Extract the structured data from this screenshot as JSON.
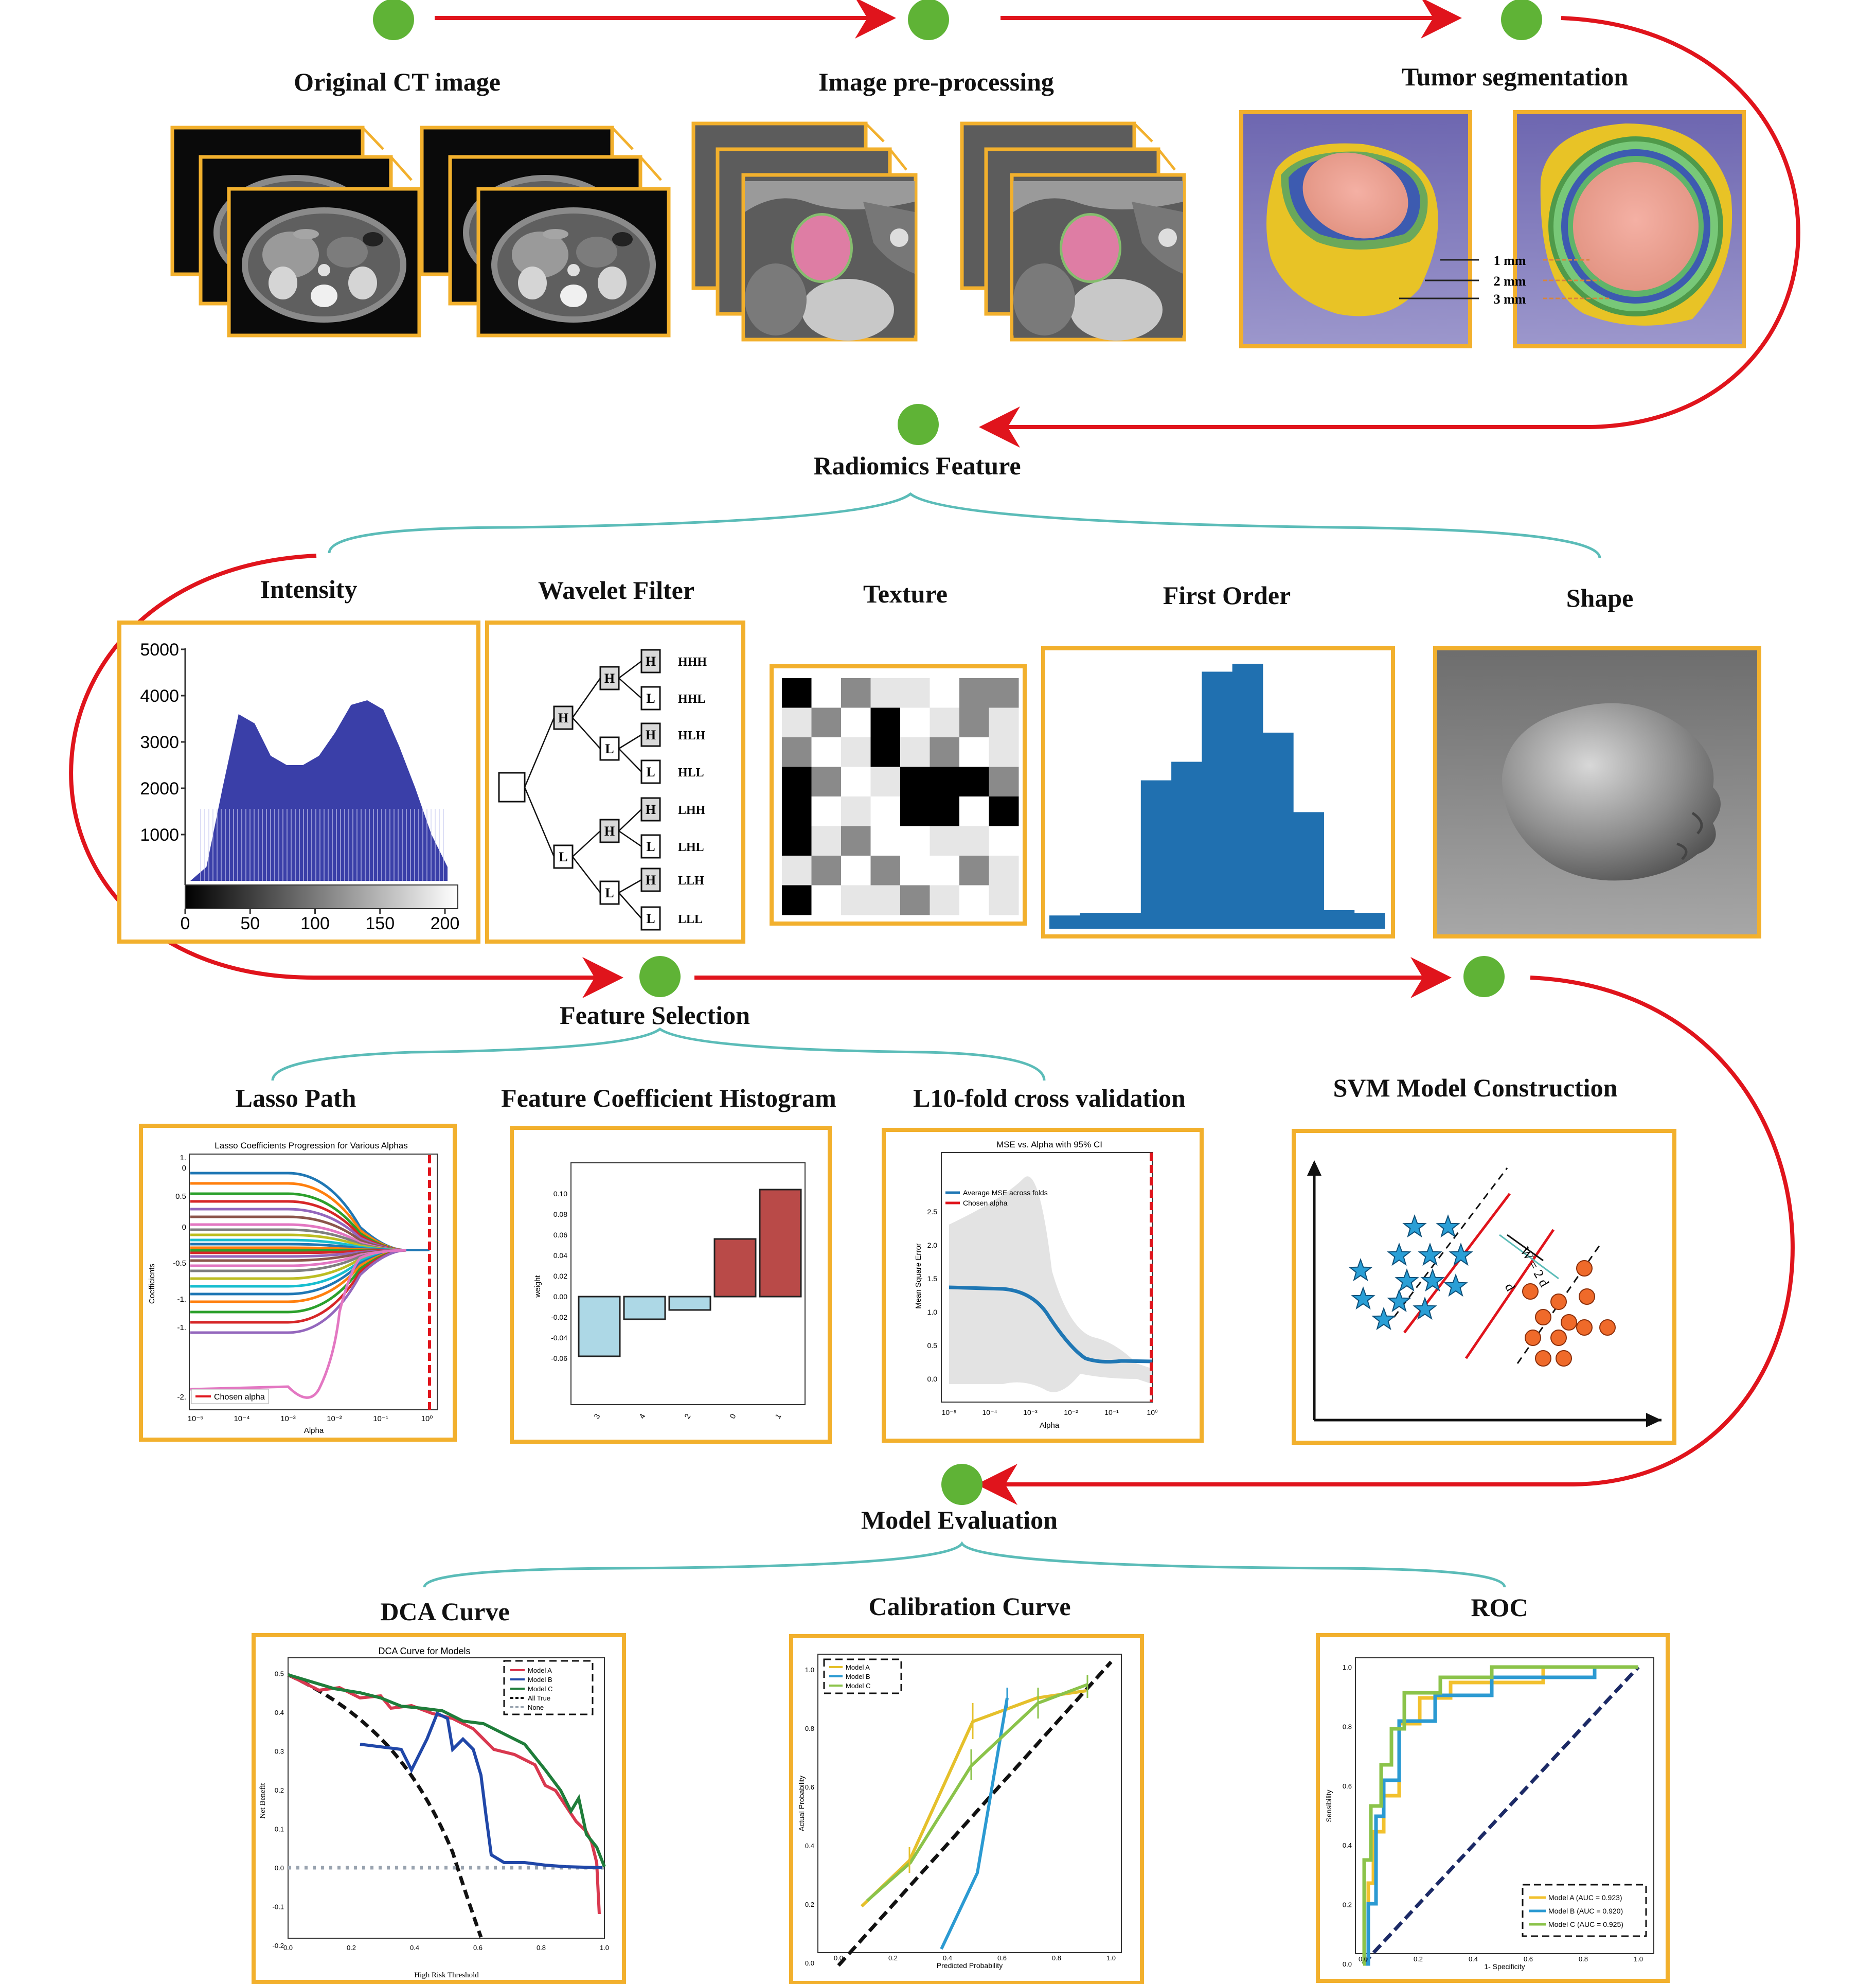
{
  "stages": {
    "original_ct": "Original CT image",
    "preprocessing": "Image pre-processing",
    "segmentation": "Tumor segmentation",
    "radiomics": "Radiomics Feature",
    "feature_selection": "Feature Selection",
    "model_evaluation": "Model Evaluation"
  },
  "segmentation_labels": [
    "1 mm",
    "2 mm",
    "3 mm"
  ],
  "feature_types": {
    "intensity": "Intensity",
    "wavelet": "Wavelet Filter",
    "texture": "Texture",
    "first_order": "First Order",
    "shape": "Shape"
  },
  "intensity_chart": {
    "y_ticks": [
      "5000",
      "4000",
      "3000",
      "2000",
      "1000"
    ],
    "x_ticks": [
      "0",
      "50",
      "100",
      "150",
      "200"
    ],
    "profile": [
      0,
      300,
      2000,
      3600,
      3400,
      2700,
      2500,
      2500,
      2700,
      3200,
      3800,
      3900,
      3700,
      2900,
      2000,
      1000,
      300
    ]
  },
  "wavelet_tree": {
    "level1": [
      "H",
      "L"
    ],
    "level2": [
      "H",
      "L",
      "H",
      "L"
    ],
    "level3": [
      "H",
      "L",
      "H",
      "L",
      "H",
      "L",
      "H",
      "L"
    ],
    "outputs": [
      "HHH",
      "HHL",
      "HLH",
      "HLL",
      "LHH",
      "LHL",
      "LLH",
      "LLL"
    ]
  },
  "texture_grid": [
    [
      4,
      0,
      2,
      1,
      1,
      0,
      2,
      2
    ],
    [
      1,
      2,
      0,
      4,
      0,
      1,
      2,
      1
    ],
    [
      2,
      0,
      1,
      4,
      1,
      2,
      0,
      1
    ],
    [
      4,
      2,
      0,
      1,
      4,
      4,
      4,
      2
    ],
    [
      4,
      0,
      1,
      0,
      4,
      4,
      0,
      4
    ],
    [
      4,
      1,
      2,
      0,
      0,
      1,
      1,
      0
    ],
    [
      1,
      2,
      0,
      2,
      0,
      0,
      2,
      1
    ],
    [
      4,
      0,
      1,
      1,
      2,
      1,
      0,
      1
    ]
  ],
  "first_order_hist": [
    5,
    6,
    6,
    56,
    63,
    97,
    100,
    74,
    44,
    7,
    6
  ],
  "colors": {
    "arrow": "#e0141c",
    "node": "#5fb336",
    "panel_border": "#f2b02d",
    "bracket": "#5bbcb8",
    "hist_blue": "#2070b0",
    "intensity_blue": "#3a3fa8"
  },
  "selection": {
    "lasso_title": "Lasso Path",
    "hist_title": "Feature Coefficient Histogram",
    "cv_title": "L10-fold cross validation",
    "svm_title": "SVM Model Construction"
  },
  "lasso": {
    "chart_title": "Lasso Coefficients Progression for Various Alphas",
    "xlabel": "Alpha",
    "ylabel": "Coefficients",
    "legend": "Chosen alpha",
    "x_ticks": [
      "10⁻⁵",
      "10⁻⁴",
      "10⁻³",
      "10⁻²",
      "10⁻¹",
      "10⁰"
    ],
    "y_ticks": [
      "1.",
      "0",
      "0.5",
      "0",
      "-0.5",
      "-1.",
      "-1.",
      "-2."
    ]
  },
  "coef_hist": {
    "ylabel": "weight",
    "categories": [
      "3",
      "4",
      "2",
      "0",
      "1"
    ],
    "values": [
      -0.058,
      -0.022,
      -0.013,
      0.056,
      0.104
    ],
    "colors": [
      "#add8e6",
      "#add8e6",
      "#add8e6",
      "#b94a48",
      "#b94a48"
    ],
    "y_ticks": [
      "0.10",
      "0.08",
      "0.06",
      "0.04",
      "0.02",
      "0.00",
      "-0.02",
      "-0.04",
      "-0.06"
    ]
  },
  "cv": {
    "chart_title": "MSE vs. Alpha with 95% CI",
    "legend_mse": "Average MSE across folds",
    "legend_alpha": "Chosen alpha",
    "xlabel": "Alpha",
    "ylabel": "Mean Square Error",
    "x_ticks": [
      "10⁻⁵",
      "10⁻⁴",
      "10⁻³",
      "10⁻²",
      "10⁻¹",
      "10⁰"
    ],
    "y_ticks": [
      "2.5",
      "2.0",
      "1.5",
      "1.0",
      "0.5",
      "0.0"
    ]
  },
  "svm": {
    "w_label": "W = 2 d",
    "d_label": "d"
  },
  "evaluation": {
    "dca_title": "DCA Curve",
    "calibration_title": "Calibration Curve",
    "roc_title": "ROC"
  },
  "dca": {
    "chart_title": "DCA Curve for Models",
    "xlabel": "High Risk Threshold",
    "ylabel": "Net Benefit",
    "legend": [
      "Model A",
      "Model B",
      "Model C",
      "All True",
      "None"
    ],
    "x_ticks": [
      "0.0",
      "0.2",
      "0.4",
      "0.6",
      "0.8",
      "1.0"
    ],
    "y_ticks": [
      "0.5",
      "0.4",
      "0.3",
      "0.2",
      "0.1",
      "0.0",
      "-0.1",
      "-0.2"
    ]
  },
  "calibration": {
    "xlabel": "Predicted Probability",
    "ylabel": "Actual Probability",
    "legend": [
      "Model A",
      "Model B",
      "Model C"
    ],
    "x_ticks": [
      "0.0",
      "0.2",
      "0.4",
      "0.6",
      "0.8",
      "1.0"
    ],
    "y_ticks": [
      "1.0",
      "0.8",
      "0.6",
      "0.4",
      "0.2",
      "0.0"
    ]
  },
  "roc": {
    "xlabel": "1- Specificity",
    "ylabel": "Sensibility",
    "legend": [
      "Model A  (AUC = 0.923)",
      "Model B  (AUC = 0.920)",
      "Model C  (AUC = 0.925)"
    ],
    "x_ticks": [
      "0.0",
      "0.2",
      "0.4",
      "0.6",
      "0.8",
      "1.0"
    ],
    "y_ticks": [
      "1.0",
      "0.8",
      "0.6",
      "0.4",
      "0.2",
      "0.0"
    ]
  }
}
